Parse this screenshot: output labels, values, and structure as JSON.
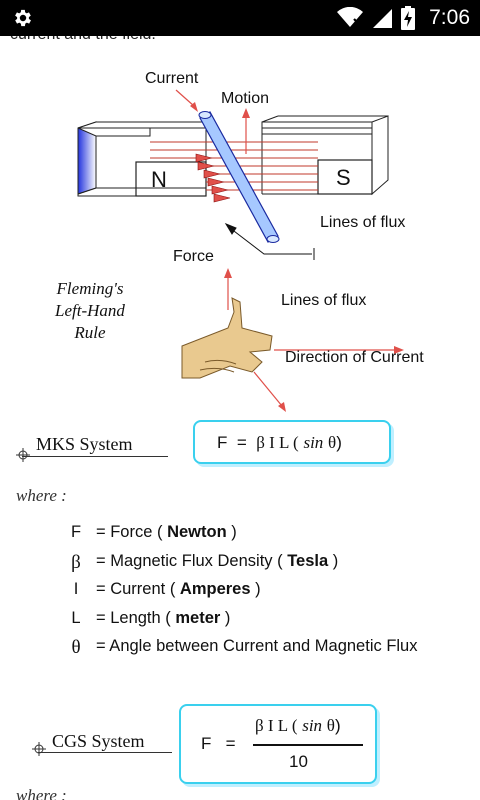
{
  "status_bar": {
    "time": "7:06",
    "icons": [
      "settings-gear-icon",
      "wifi-icon",
      "signal-icon",
      "battery-charging-icon"
    ]
  },
  "top_text": "current and the field.",
  "diagram": {
    "label_current": "Current",
    "label_motion": "Motion",
    "label_n": "N",
    "label_s": "S",
    "label_lines_of_flux_1": "Lines of flux",
    "label_force": "Force",
    "label_lines_of_flux_2": "Lines of flux",
    "label_direction": "Direction of Current",
    "rule_line1": "Fleming's",
    "rule_line2": "Left-Hand",
    "rule_line3": "Rule"
  },
  "mks": {
    "label": "MKS System",
    "formula_lhs": "F",
    "formula_eq": "=",
    "formula_rhs_a": "β I L (",
    "formula_sin": "sin",
    "formula_theta": "θ",
    "formula_rhs_b": ")"
  },
  "where_label_1": "where :",
  "definitions": [
    {
      "symbol": "F",
      "text": "= Force (",
      "unit": "Newton",
      "close": ")"
    },
    {
      "symbol": "β",
      "text": "= Magnetic Flux Density (",
      "unit": "Tesla",
      "close": ")"
    },
    {
      "symbol": "I",
      "text": "= Current (",
      "unit": "Amperes",
      "close": ")"
    },
    {
      "symbol": "L",
      "text": "= Length (",
      "unit": "meter",
      "close": ")"
    },
    {
      "symbol": "θ",
      "text": "= Angle between Current and Magnetic Flux",
      "unit": "",
      "close": ""
    }
  ],
  "cgs": {
    "label": "CGS System",
    "formula_lhs": "F",
    "formula_eq": "=",
    "numerator_a": "β I L (",
    "numerator_sin": "sin",
    "numerator_theta": "θ",
    "numerator_b": ")",
    "denominator": "10"
  },
  "where_label_2": "where :",
  "colors": {
    "box_border": "#3ad0ee",
    "arrow_red": "#e0504a",
    "magnet_blue": "#3344dd",
    "conductor_blue": "#a6c8ff"
  }
}
